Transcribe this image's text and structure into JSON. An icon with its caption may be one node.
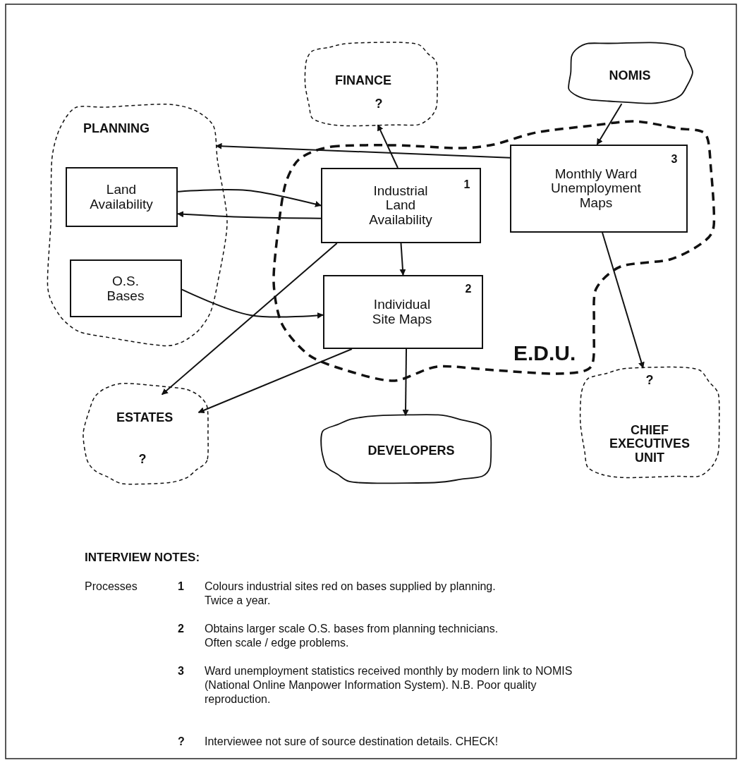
{
  "diagram": {
    "nodes": [
      {
        "text": [
          "PLANNING"
        ]
      },
      {
        "text": [
          "Land Availability"
        ],
        "in": 0
      },
      {
        "text": [
          "O.S. Bases"
        ],
        "in": 0
      },
      {
        "text": [
          "FINANCE",
          "?"
        ]
      },
      {
        "text": [
          "NOMIS"
        ]
      },
      {
        "text": [
          "E.D.U."
        ]
      },
      {
        "text": [
          "Industrial Land Availability",
          "1"
        ],
        "in": 5
      },
      {
        "text": [
          "Individual Site Maps",
          "2"
        ],
        "in": 5
      },
      {
        "text": [
          "Monthly Ward Unemployment Maps",
          "3"
        ],
        "in": 5
      },
      {
        "text": [
          "ESTATES",
          "?"
        ]
      },
      {
        "text": [
          "DEVELOPERS"
        ]
      },
      {
        "text": [
          "?",
          "CHIEF EXECUTIVES UNIT"
        ]
      }
    ],
    "edges": [
      {
        "from": 8,
        "to": 0,
        "arrow": "to"
      },
      {
        "from": 1,
        "to": 6,
        "arrow": "to"
      },
      {
        "from": 6,
        "to": 1,
        "arrow": "to"
      },
      {
        "from": 6,
        "to": 3,
        "arrow": "to"
      },
      {
        "from": 4,
        "to": 8,
        "arrow": "to"
      },
      {
        "from": 6,
        "to": 7,
        "arrow": "to"
      },
      {
        "from": 2,
        "to": 7,
        "arrow": "to"
      },
      {
        "from": 6,
        "to": 9,
        "arrow": "to"
      },
      {
        "from": 7,
        "to": 9,
        "arrow": "to"
      },
      {
        "from": 7,
        "to": 10,
        "arrow": "to"
      },
      {
        "from": 8,
        "to": 11,
        "arrow": "to"
      }
    ],
    "labels": [
      "INTERVIEW NOTES:",
      "Processes",
      "1",
      "Colours industrial sites red on bases supplied by planning. Twice a year.",
      "2",
      "Obtains larger scale O.S. bases from planning technicians. Often scale / edge problems.",
      "3",
      "Ward unemployment statistics received monthly by modern link to NOMIS (National Online Manpower Information System). N.B. Poor quality reproduction.",
      "?",
      "Interviewee not sure of source destination details. CHECK!"
    ]
  }
}
